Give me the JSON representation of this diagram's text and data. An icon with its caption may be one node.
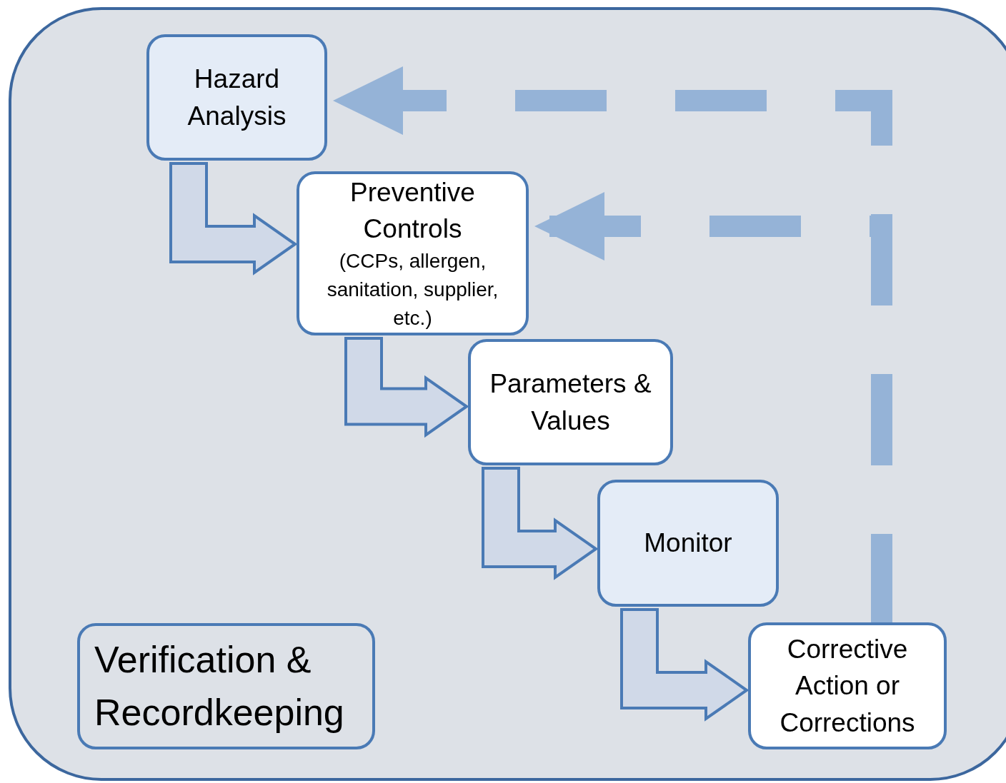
{
  "diagram": {
    "nodes": [
      {
        "text": [],
        "shape": "box"
      },
      {
        "text": [
          "Hazard Analysis"
        ],
        "in": 0
      },
      {
        "text": [
          "Preventive Controls",
          "(CCPs, allergen, sanitation, supplier, etc.)"
        ],
        "in": 0
      },
      {
        "text": [
          "Parameters & Values"
        ],
        "in": 0
      },
      {
        "text": [
          "Monitor"
        ],
        "in": 0
      },
      {
        "text": [
          "Corrective Action or Corrections"
        ],
        "in": 0
      },
      {
        "text": [
          "Verification & Recordkeeping"
        ],
        "in": 0
      }
    ],
    "edges": [
      {
        "from": 1,
        "to": 2,
        "arrow": "to",
        "style": "thick"
      },
      {
        "from": 2,
        "to": 3,
        "arrow": "to",
        "style": "thick"
      },
      {
        "from": 3,
        "to": 4,
        "arrow": "to",
        "style": "thick"
      },
      {
        "from": 4,
        "to": 5,
        "arrow": "to",
        "style": "thick"
      },
      {
        "from": 5,
        "to": 1,
        "arrow": "to",
        "style": "dashed",
        "color": "#95b3d7"
      },
      {
        "from": 5,
        "to": 2,
        "arrow": "to",
        "style": "dashed",
        "color": "#95b3d7"
      }
    ]
  }
}
